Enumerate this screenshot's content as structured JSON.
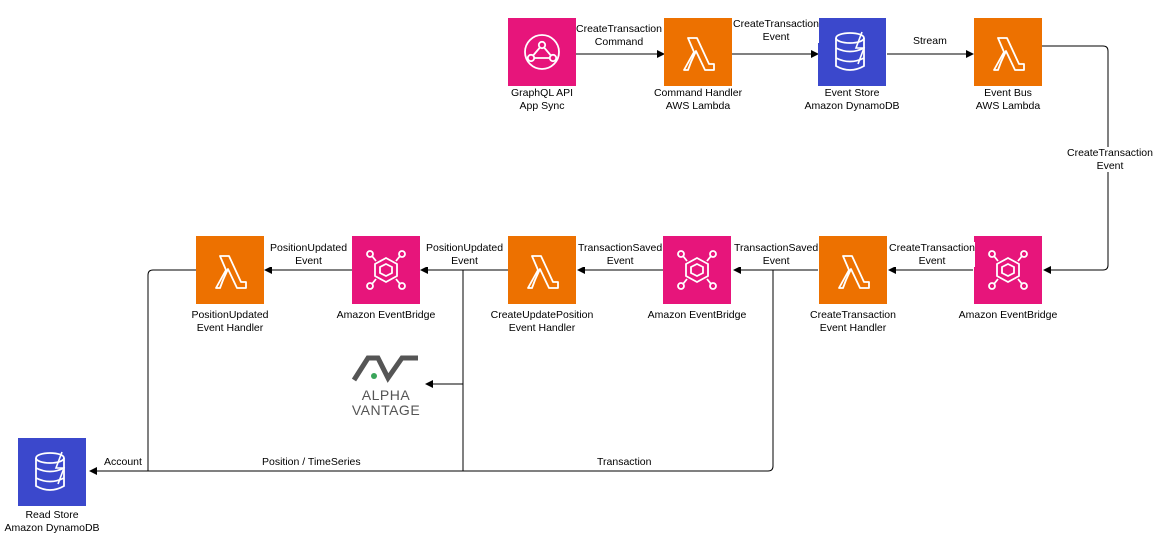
{
  "nodes": {
    "graphql": {
      "line1": "GraphQL API",
      "line2": "App Sync",
      "icon": "appsync-icon",
      "color": "#e7157b"
    },
    "command_handler": {
      "line1": "Command Handler",
      "line2": "AWS Lambda",
      "icon": "lambda-icon",
      "color": "#ed7100"
    },
    "event_store": {
      "line1": "Event Store",
      "line2": "Amazon DynamoDB",
      "icon": "dynamodb-icon",
      "color": "#3b48cc"
    },
    "event_bus": {
      "line1": "Event Bus",
      "line2": "AWS Lambda",
      "icon": "lambda-icon",
      "color": "#ed7100"
    },
    "eventbridge_right": {
      "line1": "Amazon EventBridge",
      "icon": "eventbridge-icon",
      "color": "#e7157b"
    },
    "ct_handler": {
      "line1": "CreateTransaction",
      "line2": "Event Handler",
      "icon": "lambda-icon",
      "color": "#ed7100"
    },
    "eventbridge_mid": {
      "line1": "Amazon EventBridge",
      "icon": "eventbridge-icon",
      "color": "#e7157b"
    },
    "cup_handler": {
      "line1": "CreateUpdatePosition",
      "line2": "Event Handler",
      "icon": "lambda-icon",
      "color": "#ed7100"
    },
    "eventbridge_left": {
      "line1": "Amazon EventBridge",
      "icon": "eventbridge-icon",
      "color": "#e7157b"
    },
    "pu_handler": {
      "line1": "PositionUpdated",
      "line2": "Event Handler",
      "icon": "lambda-icon",
      "color": "#ed7100"
    },
    "read_store": {
      "line1": "Read Store",
      "line2": "Amazon DynamoDB",
      "icon": "dynamodb-icon",
      "color": "#3b48cc"
    },
    "alpha_vantage": {
      "line1": "ALPHA",
      "line2": "VANTAGE",
      "icon": "alpha-vantage-logo"
    }
  },
  "edges": {
    "create_command": {
      "line1": "CreateTransaction",
      "line2": "Command"
    },
    "create_event": {
      "line1": "CreateTransaction",
      "line2": "Event"
    },
    "stream": {
      "line1": "Stream"
    },
    "bus_to_bridge": {
      "line1": "CreateTransaction",
      "line2": "Event"
    },
    "bridge_to_ct": {
      "line1": "CreateTransaction",
      "line2": "Event"
    },
    "saved_1": {
      "line1": "TransactionSaved",
      "line2": "Event"
    },
    "saved_2": {
      "line1": "TransactionSaved",
      "line2": "Event"
    },
    "pos_updated_1": {
      "line1": "PositionUpdated",
      "line2": "Event"
    },
    "pos_updated_2": {
      "line1": "PositionUpdated",
      "line2": "Event"
    },
    "account": {
      "line1": "Account"
    },
    "position_ts": {
      "line1": "Position / TimeSeries"
    },
    "transaction": {
      "line1": "Transaction"
    }
  },
  "colors": {
    "line": "#000000",
    "accent_dot": "#3aa55a"
  }
}
